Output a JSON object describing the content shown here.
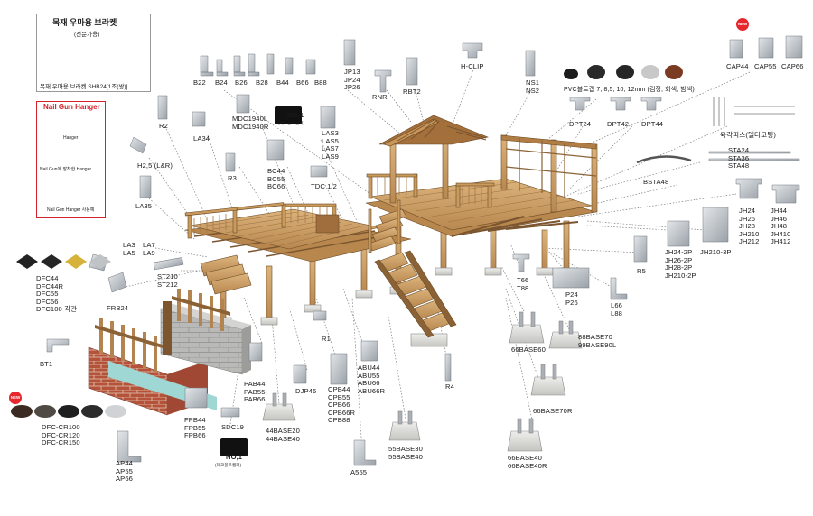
{
  "panel_bracket": {
    "title": "목재 우마용 브라켓",
    "subtitle": "(전문가용)",
    "caption": "목재 우마용 브라켓 SHB24[1조(쌍)]"
  },
  "panel_nailgun": {
    "title": "Nail Gun Hanger",
    "items": [
      "Hanger",
      "Nail Gun에 장착한 Hanger",
      "Nail Gun Hanger 사용예"
    ]
  },
  "new_badge": "NEW",
  "labels": {
    "b_series": [
      "B22",
      "B24",
      "B26",
      "B28",
      "B44",
      "B66",
      "B88"
    ],
    "jp": [
      "JP13",
      "JP24",
      "JP26"
    ],
    "rnr": "RNR",
    "rbt2": "RBT2",
    "hclip": "H-CLIP",
    "ns": [
      "NS1",
      "NS2"
    ],
    "pvc": "PVC볼트캡 7, 8,5, 10, 12mm (검정, 회색, 밤색)",
    "cap": [
      "CAP44",
      "CAP55",
      "CAP66"
    ],
    "r2": "R2",
    "la34": "LA34",
    "mdc": [
      "MDC1940L",
      "MDC1940R"
    ],
    "no1": "NO,1",
    "no1_sub": "(데크볼트캡러)",
    "las": [
      "LAS3",
      "LAS5",
      "LAS7",
      "LAS9"
    ],
    "dpt24": "DPT24",
    "dpt42": "DPT42",
    "dpt44": "DPT44",
    "screw": "육각피스(델타코팅)",
    "h25": "H2,5 (L&R)",
    "r3": "R3",
    "bc": [
      "BC44",
      "BC55",
      "BC66"
    ],
    "tdc": "TDC 1/2",
    "sta": [
      "STA24",
      "STA36",
      "STA48"
    ],
    "bsta": "BSTA48",
    "la35": "LA35",
    "jh_left": [
      "JH24",
      "JH26",
      "JH28",
      "JH210",
      "JH212"
    ],
    "jh_right": [
      "JH44",
      "JH46",
      "JH48",
      "JH410",
      "JH412"
    ],
    "la3": [
      "LA3",
      "LA5"
    ],
    "la7": [
      "LA7",
      "LA9"
    ],
    "dfc": [
      "DFC44",
      "DFC44R",
      "DFC55",
      "DFC66",
      "DFC100 각관"
    ],
    "st": [
      "ST210",
      "ST212"
    ],
    "jh2p": [
      "JH24-2P",
      "JH26-2P",
      "JH28-2P",
      "JH210-2P"
    ],
    "jh3p": "JH210-3P",
    "r5": "R5",
    "t": [
      "T66",
      "T88"
    ],
    "p": [
      "P24",
      "P26"
    ],
    "l": [
      "L66",
      "L88"
    ],
    "frb24": "FRB24",
    "base60": "66BASE60",
    "base70": [
      "88BASE70",
      "99BASE90L"
    ],
    "r1": "R1",
    "bt1": "BT1",
    "pab": [
      "PAB44",
      "PAB55",
      "PAB66"
    ],
    "abu": [
      "ABU44",
      "ABU55",
      "ABU66",
      "ABU66R"
    ],
    "cpb": [
      "CPB44",
      "CPB55",
      "CPB66",
      "CPB66R",
      "CPB88"
    ],
    "djp46": "DJP46",
    "r4": "R4",
    "base70r": "66BASE70R",
    "dfccr": [
      "DFC-CR100",
      "DFC-CR120",
      "DFC-CR150"
    ],
    "fpb": [
      "FPB44",
      "FPB55",
      "FPB66"
    ],
    "sdc19": "SDC19",
    "base20": [
      "44BASE20",
      "44BASE40"
    ],
    "ap": [
      "AP44",
      "AP55",
      "AP66"
    ],
    "a555": "A555",
    "base30": [
      "55BASE30",
      "55BASE40"
    ],
    "base40": [
      "66BASE40",
      "66BASE40R"
    ]
  },
  "colors": {
    "wood": "#c79a62",
    "wood_dark": "#8a6236",
    "wood_light": "#ddb77f",
    "metal": "#bfc4c9",
    "metal_dark": "#8e959c",
    "concrete": "#d9d9d6",
    "brick": "#b5533a",
    "accent_red": "#d2232a",
    "leader": "#7d7d7d"
  }
}
